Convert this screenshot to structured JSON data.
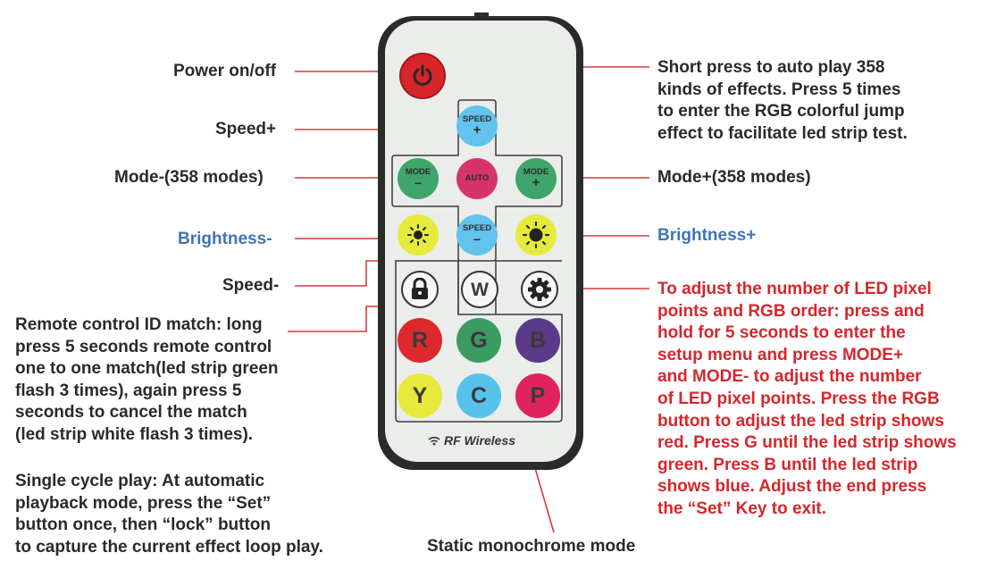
{
  "labels": {
    "power": "Power on/off",
    "speed_plus": "Speed+",
    "mode_minus": "Mode-(358 modes)",
    "brightness_minus": "Brightness-",
    "speed_minus": "Speed-",
    "id_match": "Remote control ID match: long\npress 5 seconds remote control\none to one match(led strip green\nflash 3 times), again press 5\nseconds to cancel the match\n(led strip white flash 3 times).",
    "single_cycle": "Single cycle play: At automatic\nplayback mode, press the “Set”\nbutton once, then “lock” button\nto capture the current effect loop play.",
    "auto_play": "Short press to auto play 358\nkinds of effects. Press 5 times\nto enter the RGB colorful jump\neffect to facilitate led strip test.",
    "mode_plus": "Mode+(358 modes)",
    "brightness_plus": "Brightness+",
    "set_menu": "To adjust the number of LED pixel\npoints and RGB order: press and\nhold for 5 seconds to enter the\nsetup menu and press MODE+\nand MODE- to adjust the number\nof LED pixel points. Press the RGB\nbutton to adjust the led strip shows\nred. Press G until the led strip shows\ngreen. Press B until the led strip\nshows blue. Adjust the end press\nthe “Set” Key to exit.",
    "static_mode": "Static monochrome mode"
  },
  "remote": {
    "speed_plus_top": "SPEED",
    "speed_plus_sign": "+",
    "mode_minus_top": "MODE",
    "mode_minus_sign": "−",
    "auto": "AUTO",
    "mode_plus_top": "MODE",
    "mode_plus_sign": "+",
    "speed_minus_top": "SPEED",
    "speed_minus_sign": "−",
    "w": "W",
    "r": "R",
    "g": "G",
    "b": "B",
    "y": "Y",
    "c": "C",
    "p": "P",
    "brand": "RF Wireless"
  },
  "colors": {
    "power": "#d9252a",
    "blue_btn": "#62c3ec",
    "green_btn": "#3fa56b",
    "auto": "#d6336c",
    "yellow": "#e6ea3a",
    "r": "#dc2a2c",
    "g": "#3b9c62",
    "b": "#5b3a8a",
    "y": "#e7e93c",
    "c": "#56c2ec",
    "p": "#e0235f",
    "label_blue": "#3f74b8",
    "label_red": "#d6262b",
    "leader_line": "#d63a3a"
  }
}
